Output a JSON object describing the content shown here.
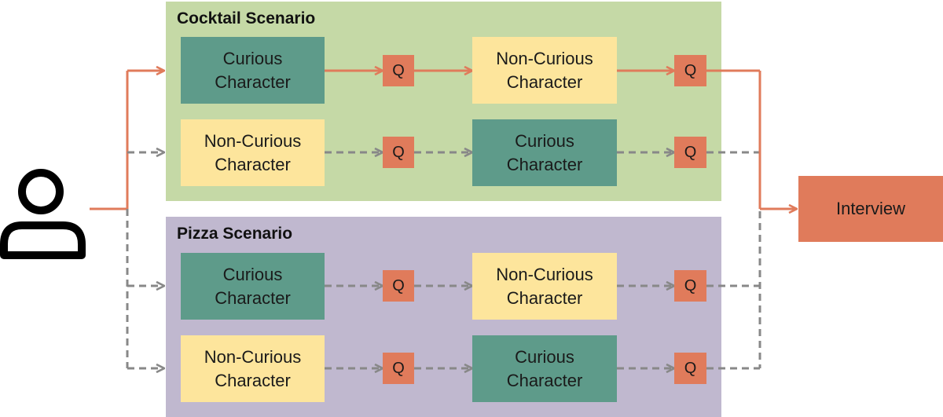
{
  "colors": {
    "cocktail_panel": "#c5d9a6",
    "pizza_panel": "#c0b8cf",
    "curious_box": "#5e9b8a",
    "noncurious_box": "#fde59c",
    "q_box": "#e07b5b",
    "interview_box": "#e07b5b",
    "active_arrow": "#e07b5b",
    "inactive_arrow": "#888888"
  },
  "icons": {
    "user": "person-outline-icon"
  },
  "scenarios": [
    {
      "title": "Cocktail Scenario",
      "rows": [
        {
          "first": "Curious Character",
          "second": "Non-Curious Character",
          "q": "Q",
          "active": true
        },
        {
          "first": "Non-Curious Character",
          "second": "Curious Character",
          "q": "Q",
          "active": false
        }
      ]
    },
    {
      "title": "Pizza Scenario",
      "rows": [
        {
          "first": "Curious Character",
          "second": "Non-Curious Character",
          "q": "Q",
          "active": false
        },
        {
          "first": "Non-Curious Character",
          "second": "Curious Character",
          "q": "Q",
          "active": false
        }
      ]
    }
  ],
  "interview": {
    "label": "Interview"
  }
}
